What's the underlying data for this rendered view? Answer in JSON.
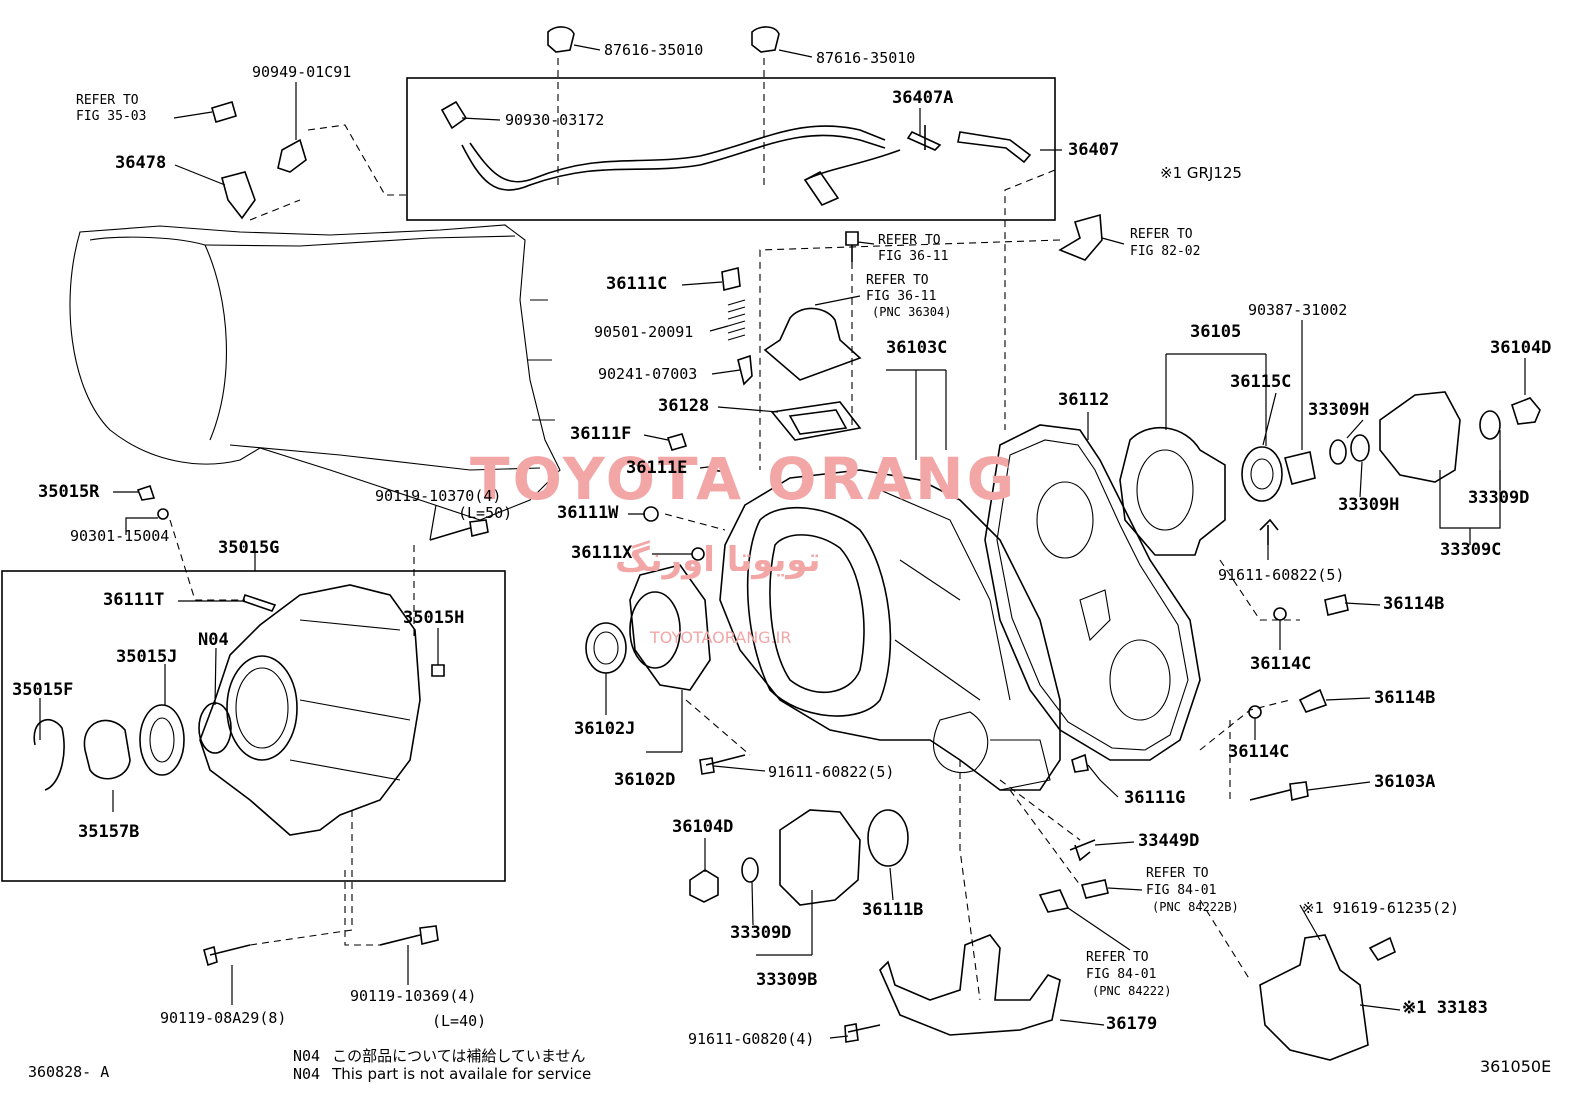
{
  "diagram": {
    "figure_id": "361050E",
    "sub_figure_id": "360828- A",
    "watermark": {
      "brand": "TOYOTA ORANG",
      "persian": "تویوتا اورنگ",
      "site": "TOYOTAORANG.IR"
    },
    "variant_note": "※1 GRJ125",
    "legend": {
      "code": "N04",
      "text_jp": "この部品については補給していません",
      "text_en": "This part is not availale for service"
    },
    "labels": {
      "p87616_a": "87616-35010",
      "p87616_b": "87616-35010",
      "p90949": "90949-01C91",
      "ref35_1": "REFER TO",
      "ref35_2": "FIG 35-03",
      "p90930": "90930-03172",
      "p36407A": "36407A",
      "p36407": "36407",
      "p36478": "36478",
      "ref36a_1": "REFER TO",
      "ref36a_2": "FIG 36-11",
      "ref82_1": "REFER TO",
      "ref82_2": "FIG 82-02",
      "p36111C": "36111C",
      "ref36b_1": "REFER TO",
      "ref36b_2": "FIG 36-11",
      "ref36b_3": "(PNC 36304)",
      "p90501": "90501-20091",
      "p90241": "90241-07003",
      "p36103C": "36103C",
      "p90387": "90387-31002",
      "p36105": "36105",
      "p36104D_r": "36104D",
      "p36112": "36112",
      "p36115C": "36115C",
      "p33309H_a": "33309H",
      "p36128": "36128",
      "p36111F": "36111F",
      "p36111E": "36111E",
      "p33309H_b": "33309H",
      "p33309D_r": "33309D",
      "p35015R": "35015R",
      "p90119_10370": "90119-10370(4)",
      "p90119_10370_L": "(L=50)",
      "p36111W": "36111W",
      "p90301": "90301-15004",
      "p35015G": "35015G",
      "p33309C": "33309C",
      "p36111X": "36111X",
      "p91611_a": "91611-60822(5)",
      "p36111T": "36111T",
      "p35015H": "35015H",
      "p36114B_a": "36114B",
      "pN04": "N04",
      "p35015J": "35015J",
      "p36114C_a": "36114C",
      "p35015F": "35015F",
      "p36102J": "36102J",
      "p36114B_b": "36114B",
      "p36114C_b": "36114C",
      "p36102D": "36102D",
      "p36103A": "36103A",
      "p91611_b": "91611-60822(5)",
      "p36111G": "36111G",
      "p35157B": "35157B",
      "p36104D_l": "36104D",
      "p33449D": "33449D",
      "ref84a_1": "REFER TO",
      "ref84a_2": "FIG 84-01",
      "ref84a_3": "(PNC 84222B)",
      "p36111B": "36111B",
      "p91619": "※1 91619-61235(2)",
      "p33309D_b": "33309D",
      "ref84b_1": "REFER TO",
      "ref84b_2": "FIG 84-01",
      "ref84b_3": "(PNC 84222)",
      "p33309B": "33309B",
      "p90119_08A29": "90119-08A29(8)",
      "p90119_10369": "90119-10369(4)",
      "p90119_10369_L": "(L=40)",
      "p33183": "※1 33183",
      "p91611_G": "91611-G0820(4)",
      "p36179": "36179"
    }
  }
}
